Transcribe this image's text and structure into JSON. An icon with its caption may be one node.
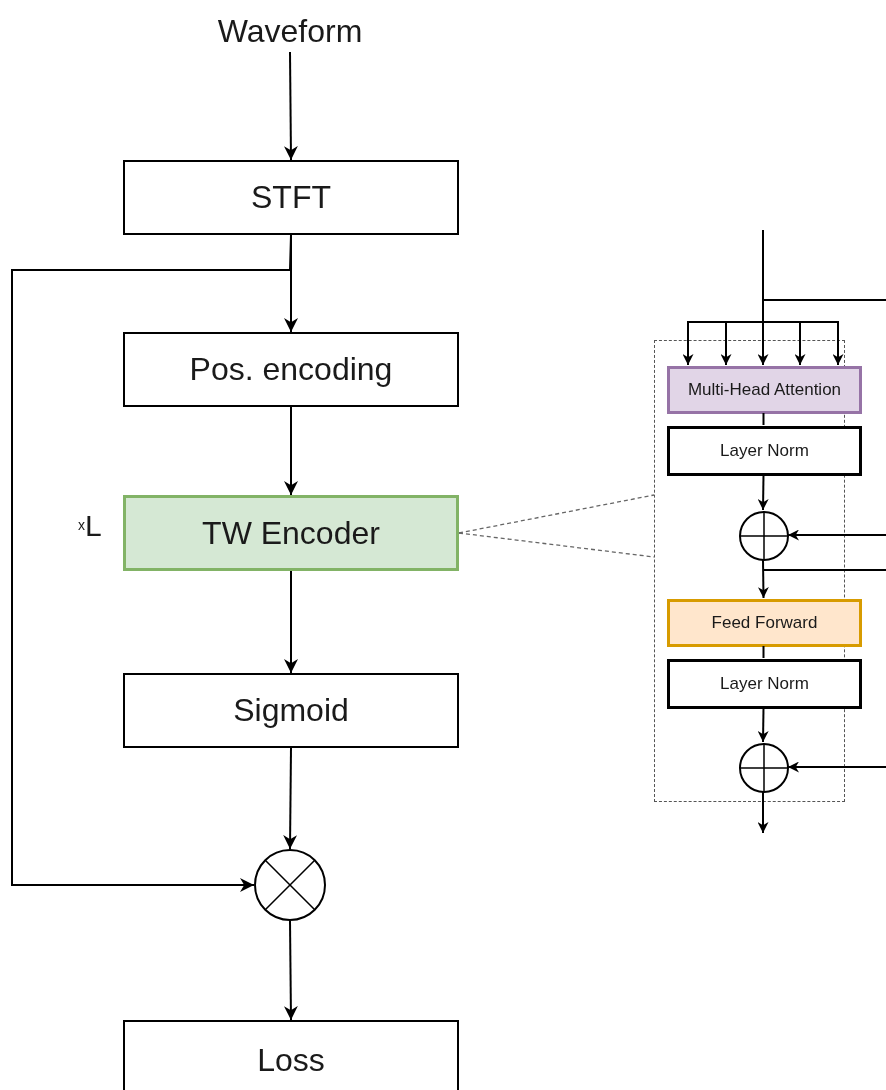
{
  "diagram": {
    "nodes": [
      {
        "text": [
          "Waveform"
        ]
      },
      {
        "text": [
          "STFT"
        ]
      },
      {
        "text": [
          "Pos. encoding"
        ]
      },
      {
        "text": [
          "TW Encoder"
        ],
        "beside": [
          "$^{x}$L"
        ]
      },
      {
        "text": [
          "Sigmoid"
        ]
      },
      {
        "text": [],
        "shape": "circle"
      },
      {
        "text": [
          "Loss"
        ]
      },
      {
        "text": [],
        "shape": "box"
      },
      {
        "text": [
          "Multi-Head Attention"
        ],
        "in": 7
      },
      {
        "text": [
          "Layer Norm"
        ],
        "in": 7
      },
      {
        "text": [],
        "shape": "circle",
        "in": 7
      },
      {
        "text": [
          "Feed Forward"
        ],
        "in": 7
      },
      {
        "text": [
          "Layer Norm"
        ],
        "in": 7
      },
      {
        "text": [],
        "shape": "circle",
        "in": 7
      }
    ],
    "edges": [
      {
        "from": 0,
        "to": 1,
        "arrow": "to"
      },
      {
        "from": 1,
        "to": 2,
        "arrow": "to"
      },
      {
        "from": 2,
        "to": 3,
        "arrow": "to"
      },
      {
        "from": 3,
        "to": 4,
        "arrow": "to"
      },
      {
        "from": 4,
        "to": 5,
        "arrow": "to"
      },
      {
        "from": 1,
        "to": 5,
        "arrow": "to"
      },
      {
        "from": 5,
        "to": 6,
        "arrow": "to"
      },
      {
        "from": 3,
        "to": 7,
        "arrow": "none",
        "style": "dashed",
        "color": "#666666"
      },
      {
        "from": 3,
        "to": 7,
        "arrow": "none",
        "style": "dashed",
        "color": "#666666"
      },
      {
        "from": null,
        "to": 8,
        "arrow": "to"
      },
      {
        "from": null,
        "to": 8,
        "arrow": "to"
      },
      {
        "from": null,
        "to": 8,
        "arrow": "to"
      },
      {
        "from": null,
        "to": 8,
        "arrow": "to"
      },
      {
        "from": null,
        "to": 8,
        "arrow": "to"
      },
      {
        "from": 8,
        "to": 9,
        "arrow": "none"
      },
      {
        "from": 9,
        "to": 10,
        "arrow": "to"
      },
      {
        "from": null,
        "to": 10,
        "arrow": "to"
      },
      {
        "from": 10,
        "to": 11,
        "arrow": "to"
      },
      {
        "from": 10,
        "to": null,
        "arrow": "none"
      },
      {
        "from": null,
        "to": 13,
        "arrow": "to"
      },
      {
        "from": 11,
        "to": 12,
        "arrow": "none"
      },
      {
        "from": 12,
        "to": 13,
        "arrow": "to"
      },
      {
        "from": 13,
        "to": null,
        "arrow": "to"
      }
    ]
  }
}
